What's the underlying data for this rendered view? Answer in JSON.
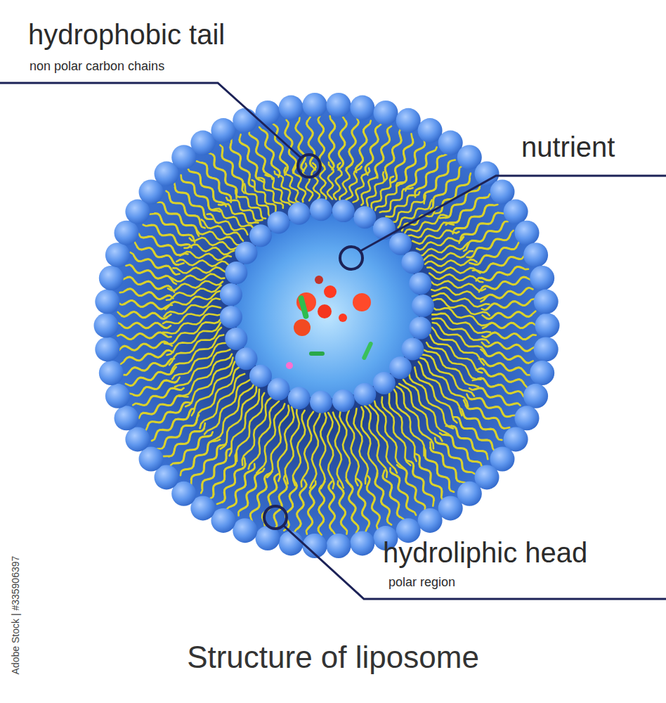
{
  "diagram": {
    "title": "Structure of liposome",
    "labels": [
      "hydrophobic tail",
      "non polar carbon chains",
      "nutrient",
      "hydroliphic head",
      "polar region",
      "Adobe Stock | #335906397"
    ]
  }
}
